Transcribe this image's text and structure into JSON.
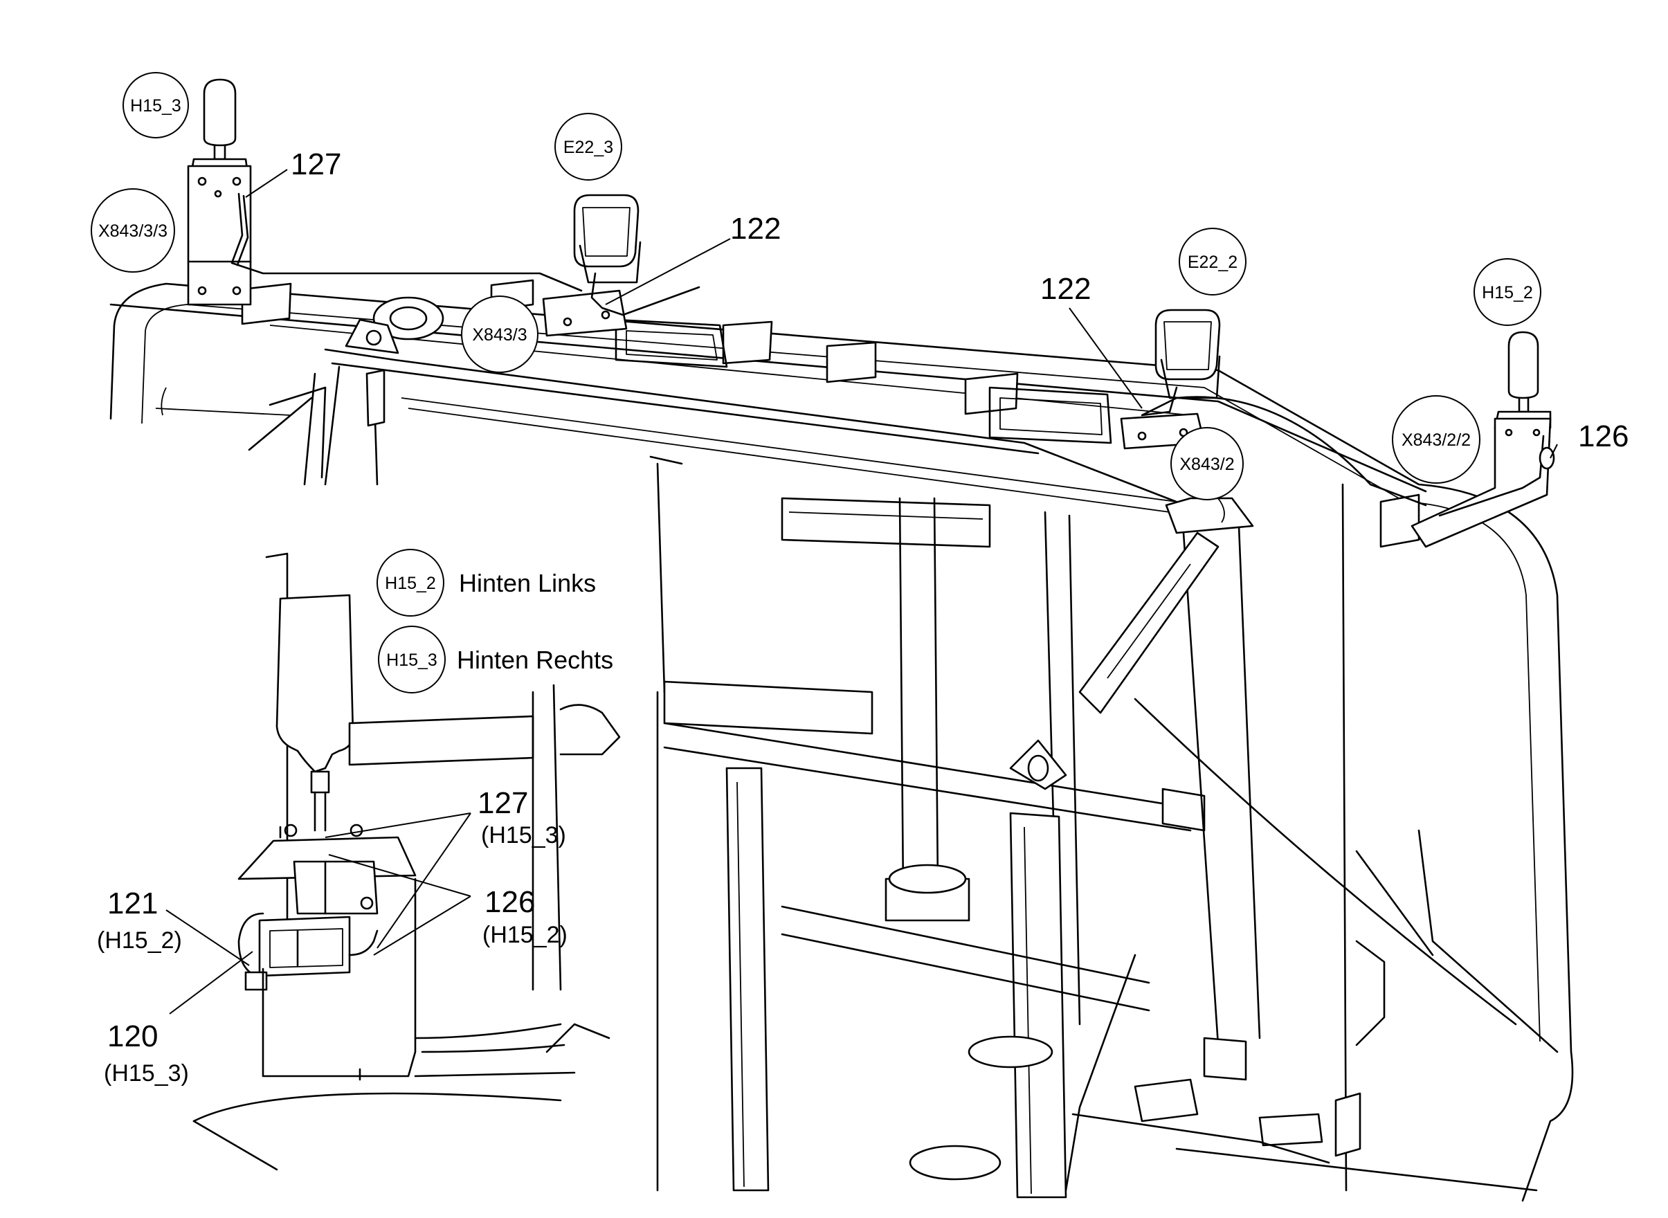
{
  "bubbles": {
    "h15_3_top": "H15_3",
    "x843_3_3": "X843/3/3",
    "e22_3": "E22_3",
    "x843_3": "X843/3",
    "e22_2": "E22_2",
    "h15_2_top": "H15_2",
    "x843_2_2": "X843/2/2",
    "x843_2": "X843/2",
    "legend_h15_2": "H15_2",
    "legend_h15_3": "H15_3"
  },
  "legend": {
    "hinten_links": "Hinten Links",
    "hinten_rechts": "Hinten Rechts"
  },
  "callouts": {
    "c127_top": "127",
    "c122_left": "122",
    "c122_right": "122",
    "c126_right": "126",
    "c127_detail": "127",
    "c127_detail_sub": "(H15_3)",
    "c126_detail": "126",
    "c126_detail_sub": "(H15_2)",
    "c121": "121",
    "c121_sub": "(H15_2)",
    "c120": "120",
    "c120_sub": "(H15_3)"
  }
}
